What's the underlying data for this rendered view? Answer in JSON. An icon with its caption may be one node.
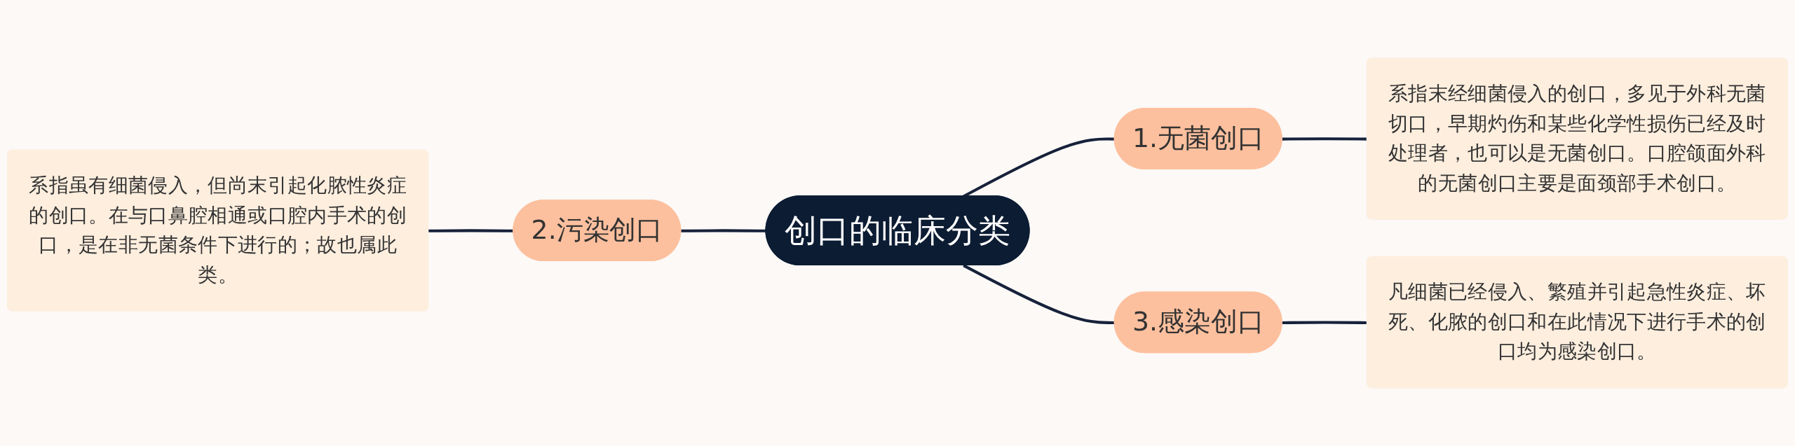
{
  "diagram": {
    "nodes": [
      {
        "text": [
          "创口的临床分类"
        ]
      },
      {
        "text": [
          "1.无菌创口"
        ]
      },
      {
        "text": [
          "系指末经细菌侵入的创口，多见于外科无菌切口，早期灼伤和某些化学性损伤已经及时处理者，也可以是无菌创口。口腔颌面外科的无菌创口主要是面颈部手术创口。"
        ]
      },
      {
        "text": [
          "2.污染创口"
        ]
      },
      {
        "text": [
          "系指虽有细菌侵入，但尚末引起化脓性炎症的创口。在与口鼻腔相通或口腔内手术的创口，是在非无菌条件下进行的；故也属此类。"
        ]
      },
      {
        "text": [
          "3.感染创口"
        ]
      },
      {
        "text": [
          "凡细菌已经侵入、繁殖并引起急性炎症、坏死、化脓的创口和在此情况下进行手术的创口均为感染创口。"
        ]
      }
    ],
    "edges": [
      {
        "from": 4,
        "to": 3,
        "arrow": "none"
      },
      {
        "from": 3,
        "to": 0,
        "arrow": "none"
      },
      {
        "from": 0,
        "to": 1,
        "arrow": "none"
      },
      {
        "from": 1,
        "to": 2,
        "arrow": "none"
      },
      {
        "from": 0,
        "to": 5,
        "arrow": "none"
      },
      {
        "from": 5,
        "to": 6,
        "arrow": "none"
      }
    ]
  }
}
